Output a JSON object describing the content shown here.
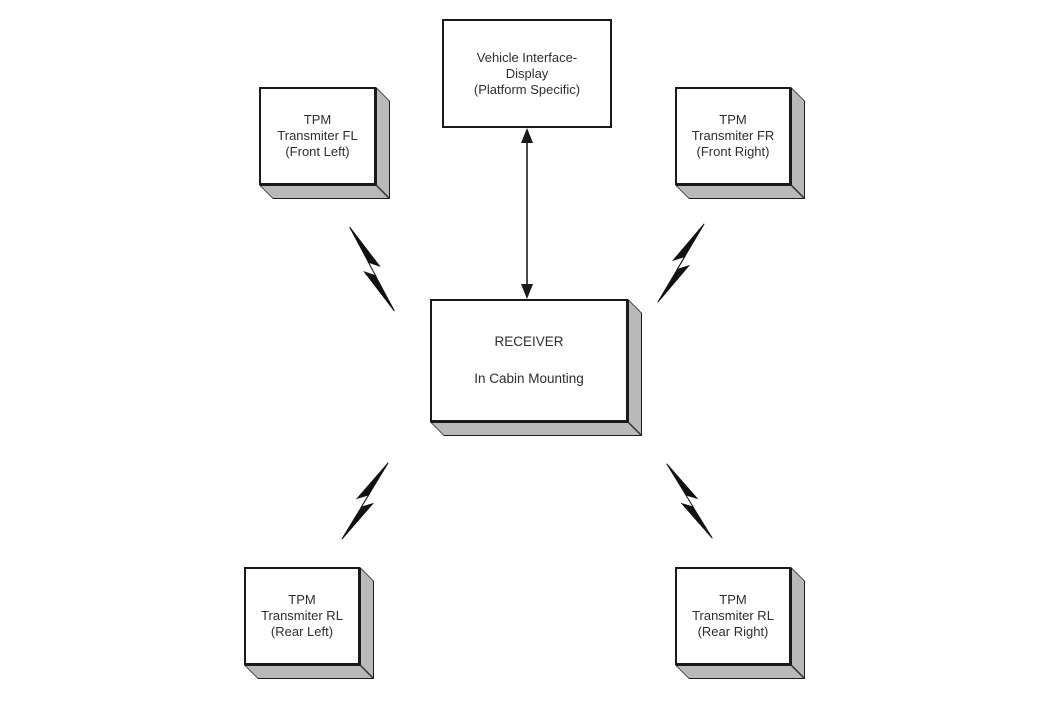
{
  "nodes": {
    "display": {
      "lines": [
        "Vehicle Interface-",
        "Display",
        "(Platform Specific)"
      ]
    },
    "receiver": {
      "title": "RECEIVER",
      "subtitle": "In Cabin Mounting"
    },
    "tpm_fl": {
      "lines": [
        "TPM",
        "Transmiter FL",
        "(Front Left)"
      ]
    },
    "tpm_fr": {
      "lines": [
        "TPM",
        "Transmiter FR",
        "(Front Right)"
      ]
    },
    "tpm_rl": {
      "lines": [
        "TPM",
        "Transmiter RL",
        "(Rear Left)"
      ]
    },
    "tpm_rr": {
      "lines": [
        "TPM",
        "Transmiter RL",
        "(Rear Right)"
      ]
    }
  },
  "icons": {
    "rf_link": "lightning-bolt-icon",
    "display_link": "double-headed-arrow-icon"
  },
  "colors": {
    "background": "#ffffff",
    "line": "#1a1a1a",
    "box_fill": "#ffffff",
    "box_side_fill": "#b9b9b9",
    "text": "#2e2e2e"
  }
}
